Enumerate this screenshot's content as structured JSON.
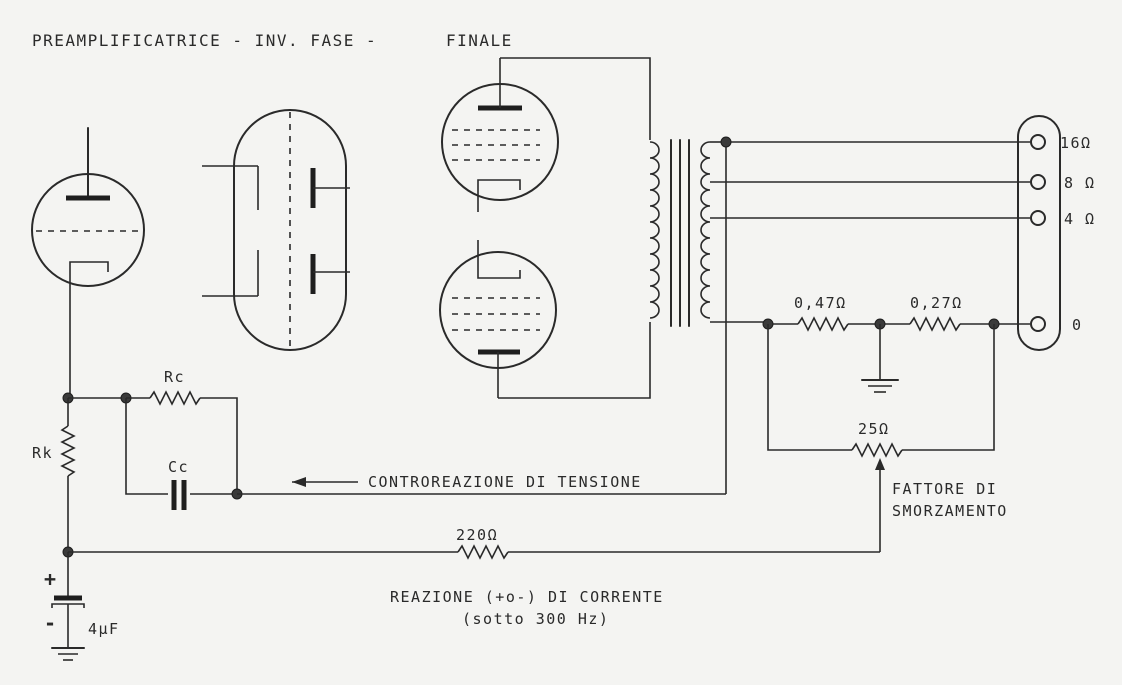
{
  "labels": {
    "preamp": "PREAMPLIFICATRICE - INV. FASE -",
    "finale": "FINALE",
    "rc": "Rc",
    "cc": "Cc",
    "rk": "Rk",
    "controreazione": "CONTROREAZIONE DI TENSIONE",
    "r220": "220Ω",
    "reazione_1": "REAZIONE (+o-) DI CORRENTE",
    "reazione_2": "(sotto 300 Hz)",
    "cap_plus": "+",
    "cap_minus": "-",
    "cap_value": "4μF",
    "r047": "0,47Ω",
    "r027": "0,27Ω",
    "r25": "25Ω",
    "fattore_1": "FATTORE DI",
    "fattore_2": "SMORZAMENTO",
    "out16": "16Ω",
    "out8": "8 Ω",
    "out4": "4 Ω",
    "out0": "0"
  }
}
